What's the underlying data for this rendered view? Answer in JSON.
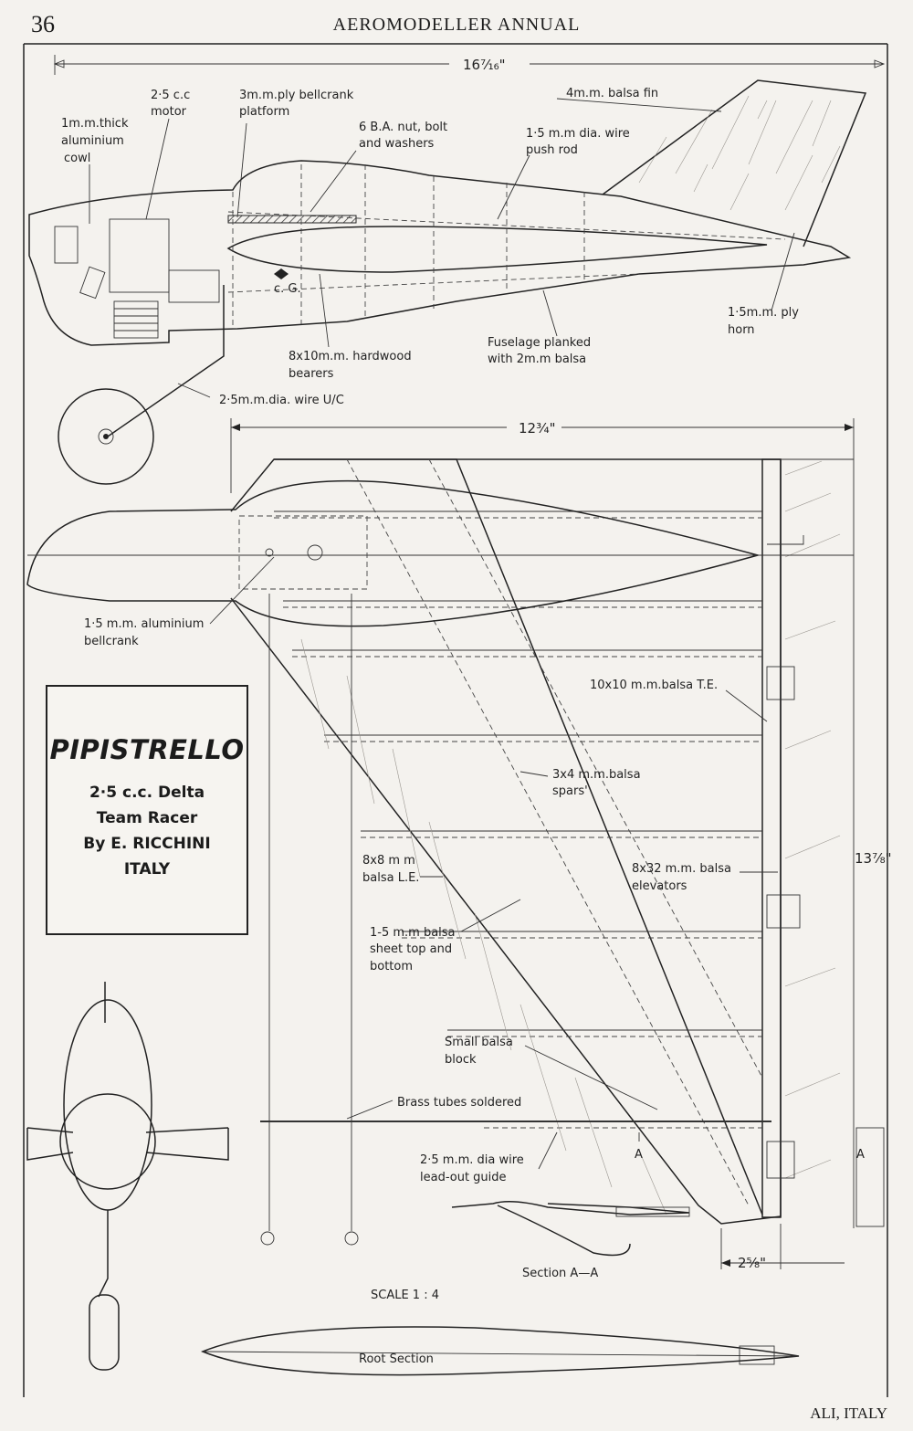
{
  "header": {
    "page_number": "36",
    "running_head": "AEROMODELLER ANNUAL"
  },
  "credit": "ALI, ITALY",
  "title_box": {
    "name": "PIPISTRELLO",
    "line1": "2·5 c.c. Delta",
    "line2": "Team Racer",
    "line3": "By E. RICCHINI",
    "line4": "ITALY"
  },
  "dimensions": {
    "overall_length": "16⁷⁄₁₆\"",
    "wing_span": "12³⁄₄\"",
    "wing_chord": "13⁷⁄₈\"",
    "tip_chord": "2⁵⁄₈\""
  },
  "side_view_labels": {
    "cowl_1": "1m.m.thick",
    "cowl_2": "aluminium",
    "cowl_3": "cowl",
    "motor_1": "2·5 c.c",
    "motor_2": "motor",
    "platform_1": "3m.m.ply bellcrank",
    "platform_2": "platform",
    "nut_1": "6 B.A. nut, bolt",
    "nut_2": "and washers",
    "fin": "4m.m. balsa fin",
    "pushrod_1": "1·5 m.m dia. wire",
    "pushrod_2": "push rod",
    "horn_1": "1·5m.m. ply",
    "horn_2": "horn",
    "bearers_1": "8x10m.m. hardwood",
    "bearers_2": "bearers",
    "fuselage_1": "Fuselage planked",
    "fuselage_2": "with 2m.m balsa",
    "cg": "c. G.",
    "uc": "2·5m.m.dia. wire U/C"
  },
  "plan_view_labels": {
    "bellcrank_1": "1·5 m.m. aluminium",
    "bellcrank_2": "bellcrank",
    "te": "10x10 m.m.balsa T.E.",
    "spars_1": "3x4 m.m.balsa",
    "spars_2": "spars'",
    "le_1": "8x8 m m",
    "le_2": "balsa L.E.",
    "elevators_1": "8x32 m.m. balsa",
    "elevators_2": "elevators",
    "sheet_1": "1-5 m.m balsa",
    "sheet_2": "sheet top and",
    "sheet_3": "bottom",
    "block_1": "Small balsa",
    "block_2": "block",
    "brass": "Brass tubes soldered",
    "leadout_1": "2·5 m.m. dia wire",
    "leadout_2": "lead-out guide",
    "section_mark": "A",
    "section_aa": "Section A—A",
    "scale": "SCALE  1 : 4",
    "root_section": "Root Section"
  }
}
